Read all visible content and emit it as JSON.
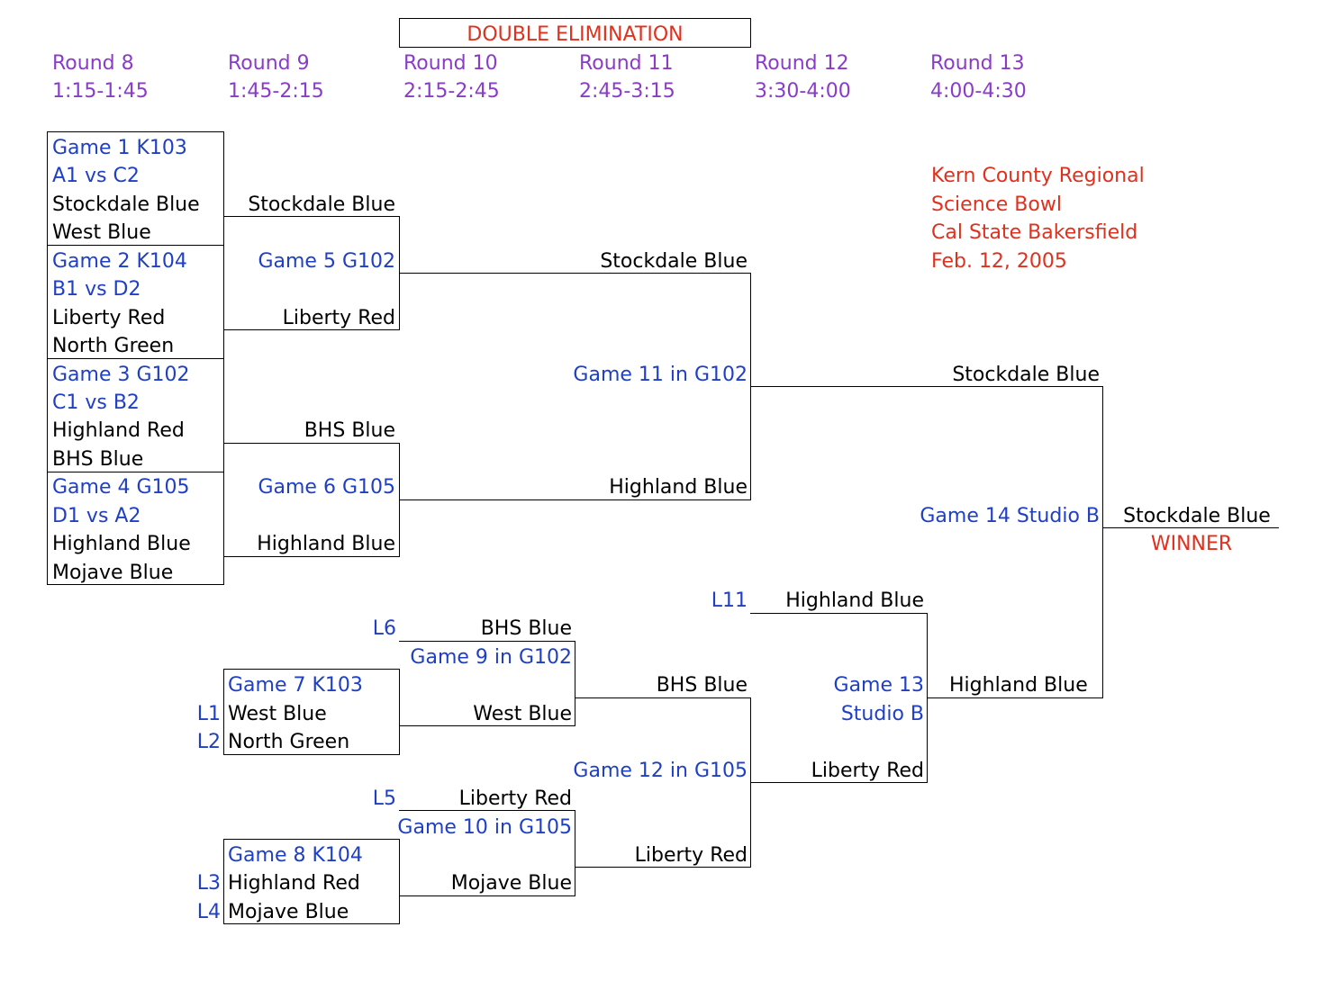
{
  "header": {
    "title": "DOUBLE   ELIMINATION",
    "rounds": [
      {
        "name": "Round 8",
        "time": "1:15-1:45"
      },
      {
        "name": "Round 9",
        "time": "1:45-2:15"
      },
      {
        "name": "Round 10",
        "time": "2:15-2:45"
      },
      {
        "name": "Round 11",
        "time": "2:45-3:15"
      },
      {
        "name": "Round 12",
        "time": "3:30-4:00"
      },
      {
        "name": "Round 13",
        "time": "4:00-4:30"
      }
    ]
  },
  "event": {
    "line1": "Kern County Regional",
    "line2": "Science Bowl",
    "line3": "Cal State Bakersfield",
    "line4": "Feb. 12, 2005"
  },
  "colors": {
    "team": "#000000",
    "game": "#1f3fc4",
    "title": "#e0301e",
    "round": "#8a3cc8"
  },
  "round8": {
    "g1": {
      "title": "Game 1  K103",
      "matchup": "A1 vs C2",
      "team1": "Stockdale Blue",
      "team2": "West Blue"
    },
    "g2": {
      "title": "Game 2  K104",
      "matchup": "B1 vs D2",
      "team1": "Liberty Red",
      "team2": "North Green"
    },
    "g3": {
      "title": "Game 3  G102",
      "matchup": "C1 vs B2",
      "team1": "Highland Red",
      "team2": "BHS Blue"
    },
    "g4": {
      "title": "Game 4  G105",
      "matchup": "D1 vs A2",
      "team1": "Highland Blue",
      "team2": "Mojave Blue"
    }
  },
  "round9": {
    "g5": {
      "title": "Game 5  G102",
      "team1": "Stockdale Blue",
      "team2": "Liberty Red"
    },
    "g6": {
      "title": "Game 6  G105",
      "team1": "BHS Blue",
      "team2": "Highland Blue"
    },
    "g7": {
      "title": "Game 7  K103",
      "seed1": "L1",
      "team1": "West Blue",
      "seed2": "L2",
      "team2": "North Green"
    },
    "g8": {
      "title": "Game 8  K104",
      "seed1": "L3",
      "team1": "Highland Red",
      "seed2": "L4",
      "team2": "Mojave Blue"
    }
  },
  "round10": {
    "g9": {
      "title": "Game 9 in G102",
      "seed": "L6",
      "team1": "BHS Blue",
      "team2": "West Blue"
    },
    "g10": {
      "title": "Game 10 in G105",
      "seed": "L5",
      "team1": "Liberty Red",
      "team2": "Mojave Blue"
    },
    "g11_team1": "Stockdale Blue",
    "g11_team2": "Highland Blue"
  },
  "round11": {
    "g11": {
      "title": "Game 11 in G102",
      "winner": "Stockdale Blue"
    },
    "g12": {
      "title": "Game 12 in G105",
      "team1": "BHS Blue",
      "team2": "Liberty Red"
    }
  },
  "round12": {
    "g13": {
      "title_line1": "Game 13",
      "title_line2": "Studio B",
      "seed": "L11",
      "team1": "Highland Blue",
      "team2": "Liberty Red"
    }
  },
  "round13": {
    "g14": {
      "title": "Game 14 Studio B",
      "team2": "Highland Blue",
      "winner": "Stockdale Blue",
      "winner_label": "WINNER"
    }
  }
}
